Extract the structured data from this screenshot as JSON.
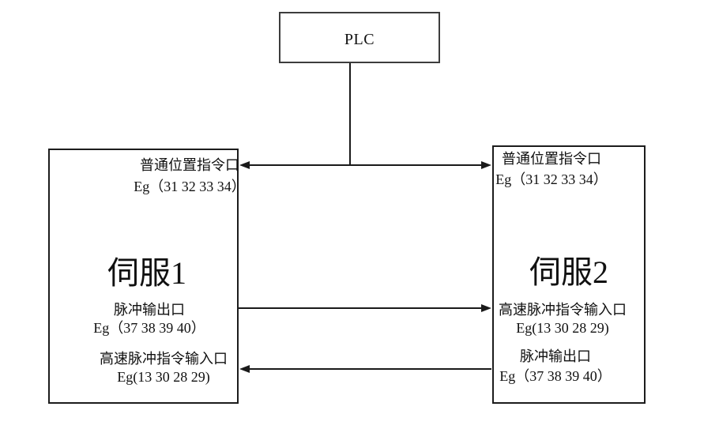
{
  "plc": {
    "label": "PLC"
  },
  "servo1": {
    "title": "伺服1",
    "port_position": {
      "line1": "普通位置指令口",
      "line2": "Eg（31 32 33 34）"
    },
    "port_pulse_out": {
      "line1": "脉冲输出口",
      "line2": "Eg（37 38 39 40）"
    },
    "port_hs_in": {
      "line1": "高速脉冲指令输入口",
      "line2": "Eg(13 30 28 29)"
    }
  },
  "servo2": {
    "title": "伺服2",
    "port_position": {
      "line1": "普通位置指令口",
      "line2": "Eg（31 32 33 34）"
    },
    "port_hs_in": {
      "line1": "高速脉冲指令输入口",
      "line2": "Eg(13 30 28 29)"
    },
    "port_pulse_out": {
      "line1": "脉冲输出口",
      "line2": "Eg（37 38 39 40）"
    }
  },
  "connections": {
    "plc_to_servos": "bidirectional",
    "servo1_out_to_servo2_in": "left-to-right",
    "servo2_out_to_servo1_in": "right-to-left"
  },
  "colors": {
    "background": "#ffffff",
    "line": "#1a1a1a",
    "box_border": "#1c1c1c",
    "text": "#111111"
  }
}
